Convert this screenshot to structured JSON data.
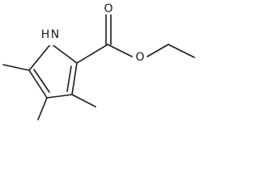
{
  "molecule": {
    "atom_labels": {
      "nitrogen_h": "H",
      "nitrogen": "N",
      "carbonyl_oxygen": "O",
      "ester_oxygen": "O"
    }
  }
}
